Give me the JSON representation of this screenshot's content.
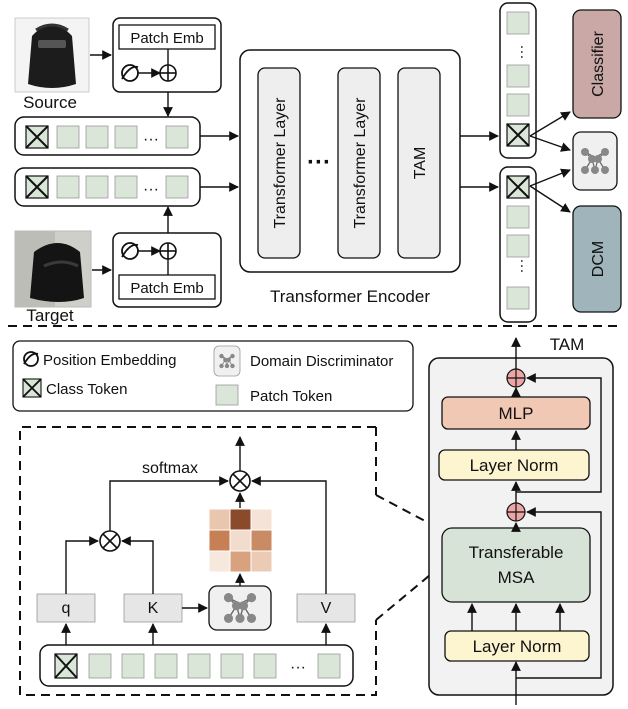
{
  "encoder": {
    "patch_emb_label": "Patch Emb",
    "source_label": "Source",
    "target_label": "Target",
    "transformer_layer_label": "Transformer Layer",
    "ellipsis": "···",
    "tam_label": "TAM",
    "encoder_label": "Transformer Encoder",
    "classifier_label": "Classifier",
    "dcm_label": "DCM"
  },
  "legend": {
    "position_embedding": "Position Embedding",
    "class_token": "Class Token",
    "domain_discriminator": "Domain Discriminator",
    "patch_token": "Patch Token"
  },
  "attention": {
    "softmax_label": "softmax",
    "q_label": "q",
    "k_label": "K",
    "v_label": "V",
    "heatmap": [
      [
        "#e9c7ae",
        "#8b4a2a",
        "#f4e3d6"
      ],
      [
        "#c77f55",
        "#f1dccd",
        "#c98b63"
      ],
      [
        "#f6e8dd",
        "#d9a27f",
        "#ebcbb4"
      ]
    ]
  },
  "tam": {
    "title": "TAM",
    "mlp_label": "MLP",
    "layer_norm_label": "Layer Norm",
    "msa_line1": "Transferable",
    "msa_line2": "MSA"
  },
  "colors": {
    "patch_token": "#d9e6d8",
    "classifier": "#c9a8a6",
    "dcm": "#9fb4bb",
    "mlp": "#f0c8b4",
    "layer_norm": "#fdf4d0",
    "msa": "#d6e3d6",
    "tam_panel": "#f2f2f2",
    "residual_add": "#eea5a5"
  }
}
